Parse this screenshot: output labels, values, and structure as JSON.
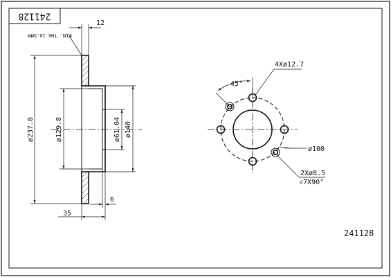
{
  "stamp_code": "241128",
  "part_number": "241128",
  "labels": {
    "thickness": "12",
    "min_thickness_note": "MIN. THK 10.5MM",
    "outer_diameter": "ø237.8",
    "hat_diameter": "ø129.8",
    "center_bore": "ø61.04",
    "hat_outer": "ø140",
    "offset": "35",
    "hub_thickness": "6",
    "bolt_holes": "4Xø12.7",
    "angle": "45°",
    "pcd": "ø100",
    "screw_holes": "2Xø8.5",
    "countersink": "∠7X90°"
  }
}
